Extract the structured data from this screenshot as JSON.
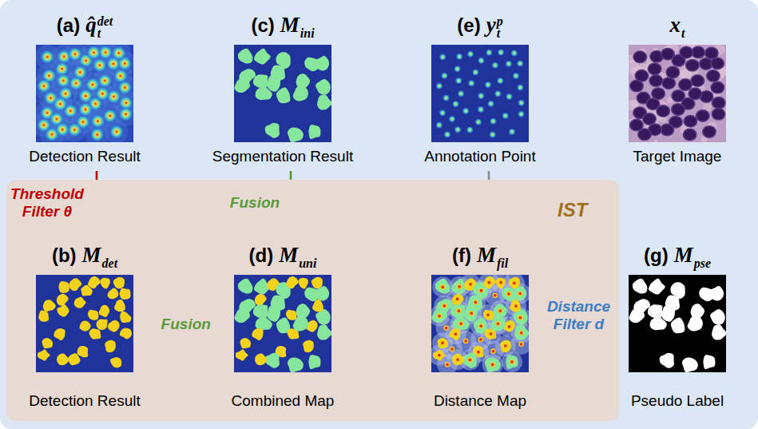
{
  "diagram": {
    "nodes": [
      {
        "text": [
          "(a)",
          "q̂",
          "t",
          "det",
          "Detection Result"
        ]
      },
      {
        "text": [
          "(c)",
          "M",
          "ini",
          "Segmentation Result"
        ]
      },
      {
        "text": [
          "(e)",
          "y",
          "t",
          "p",
          "Annotation Point"
        ]
      },
      {
        "text": [
          "x",
          "t",
          "Target Image"
        ]
      },
      {
        "text": [
          "IST"
        ]
      },
      {
        "text": [
          "(b)",
          "M",
          "det",
          "Detection Result"
        ],
        "in": 4
      },
      {
        "text": [
          "(d)",
          "M",
          "uni",
          "Combined Map"
        ],
        "in": 4
      },
      {
        "text": [
          "(f)",
          "M",
          "fil",
          "Distance Map"
        ],
        "in": 4
      },
      {
        "text": [
          "(g)",
          "M",
          "pse",
          "Pseudo Label"
        ]
      }
    ],
    "edges": [
      {
        "from": 0,
        "to": 5,
        "arrow": "to",
        "label": "Threshold Filter θ"
      },
      {
        "from": 1,
        "to": 6,
        "arrow": "to",
        "label": "Fusion"
      },
      {
        "from": 2,
        "to": 7,
        "arrow": "to"
      },
      {
        "from": 5,
        "to": 6,
        "arrow": "to",
        "label": "Fusion"
      },
      {
        "from": 6,
        "to": 7,
        "arrow": "to"
      },
      {
        "from": 7,
        "to": 8,
        "arrow": "to",
        "label": "Distance Filter d"
      }
    ]
  }
}
